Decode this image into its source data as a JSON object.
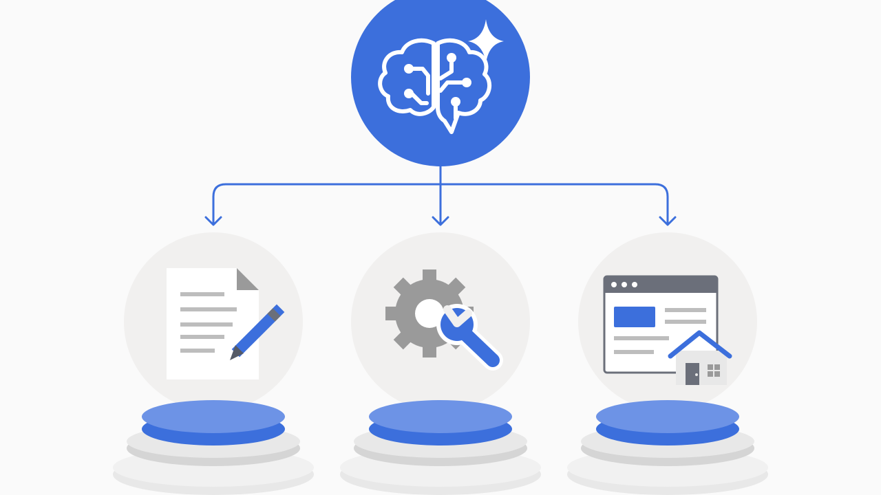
{
  "colors": {
    "background": "#fafafa",
    "primary_blue": "#3c6fdc",
    "light_blue": "#6d93e6",
    "bubble_gray": "#f1f0ef",
    "icon_gray": "#9a9a9a",
    "dark_gray": "#6b6f7a",
    "pedestal_light": "#e9e9e9",
    "pedestal_mid": "#d7d7d7",
    "paper_white": "#ffffff"
  },
  "diagram": {
    "hub": {
      "icon": "brain-circuit-sparkle-icon"
    },
    "connector": {
      "type": "branching-arrows",
      "branches": 3
    },
    "nodes": [
      {
        "id": "document",
        "icon": "document-edit-icon"
      },
      {
        "id": "settings",
        "icon": "gear-wrench-icon"
      },
      {
        "id": "website",
        "icon": "browser-home-icon"
      }
    ]
  }
}
